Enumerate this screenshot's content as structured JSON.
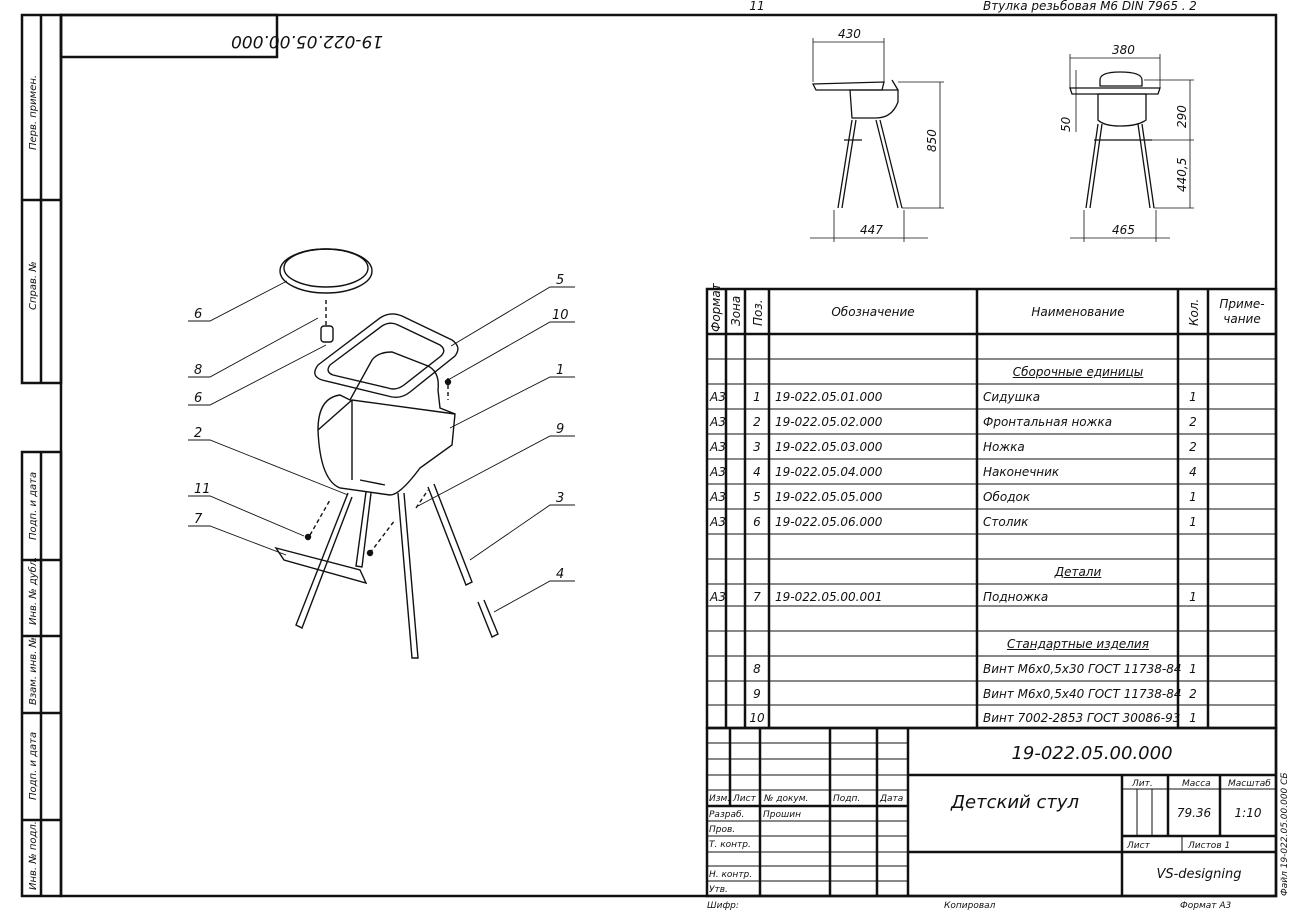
{
  "stamp": {
    "rotated_code": "19-022.05.00.000",
    "side_labels": [
      "Перв. примен.",
      "Справ. №",
      "Подп. и дата",
      "Инв. № дубл.",
      "Взам. инв. №",
      "Подп. и дата",
      "Инв. № подл."
    ],
    "file_label": "Файл 19-022.05.00.000 СБ"
  },
  "drawing": {
    "callouts": [
      "6",
      "8",
      "6",
      "2",
      "11",
      "7",
      "5",
      "10",
      "1",
      "9",
      "3",
      "4"
    ],
    "dims_side": [
      "430",
      "850",
      "447"
    ],
    "dims_front": [
      "380",
      "50",
      "290",
      "440,5",
      "465"
    ]
  },
  "spec": {
    "headers": [
      "Формат",
      "Зона",
      "Поз.",
      "Обозначение",
      "Наименование",
      "Кол.",
      "Приме-",
      "чание"
    ],
    "rows": [
      {
        "fmt": "",
        "pos": "",
        "des": "",
        "name": "",
        "qty": "",
        "section": ""
      },
      {
        "fmt": "",
        "pos": "",
        "des": "",
        "name": "",
        "qty": "",
        "section": "Сборочные единицы"
      },
      {
        "fmt": "А3",
        "pos": "1",
        "des": "19-022.05.01.000",
        "name": "Сидушка",
        "qty": "1",
        "section": ""
      },
      {
        "fmt": "А3",
        "pos": "2",
        "des": "19-022.05.02.000",
        "name": "Фронтальная ножка",
        "qty": "2",
        "section": ""
      },
      {
        "fmt": "А3",
        "pos": "3",
        "des": "19-022.05.03.000",
        "name": "Ножка",
        "qty": "2",
        "section": ""
      },
      {
        "fmt": "А3",
        "pos": "4",
        "des": "19-022.05.04.000",
        "name": "Наконечник",
        "qty": "4",
        "section": ""
      },
      {
        "fmt": "А3",
        "pos": "5",
        "des": "19-022.05.05.000",
        "name": "Ободок",
        "qty": "1",
        "section": ""
      },
      {
        "fmt": "А3",
        "pos": "6",
        "des": "19-022.05.06.000",
        "name": "Столик",
        "qty": "1",
        "section": ""
      },
      {
        "fmt": "",
        "pos": "",
        "des": "",
        "name": "",
        "qty": "",
        "section": ""
      },
      {
        "fmt": "",
        "pos": "",
        "des": "",
        "name": "",
        "qty": "",
        "section": "Детали"
      },
      {
        "fmt": "А3",
        "pos": "7",
        "des": "19-022.05.00.001",
        "name": "Подножка",
        "qty": "1",
        "section": ""
      },
      {
        "fmt": "",
        "pos": "",
        "des": "",
        "name": "",
        "qty": "",
        "section": ""
      },
      {
        "fmt": "",
        "pos": "",
        "des": "",
        "name": "",
        "qty": "",
        "section": "Стандартные изделия"
      },
      {
        "fmt": "",
        "pos": "8",
        "des": "",
        "name": "Винт М6х0,5х30 ГОСТ 11738-84",
        "qty": "1",
        "section": ""
      },
      {
        "fmt": "",
        "pos": "9",
        "des": "",
        "name": "Винт М6х0,5х40 ГОСТ 11738-84",
        "qty": "2",
        "section": ""
      },
      {
        "fmt": "",
        "pos": "10",
        "des": "",
        "name": "Винт 7002-2853 ГОСТ 30086-93",
        "qty": "1",
        "section": ""
      },
      {
        "fmt": "",
        "pos": "11",
        "des": "",
        "name": "Втулка резьбовая М6 DIN 7965 .",
        "qty": "2",
        "section": ""
      }
    ]
  },
  "title_block": {
    "code": "19-022.05.00.000",
    "name": "Детский стул",
    "lit": "Лит.",
    "mass_h": "Масса",
    "scale_h": "Масштаб",
    "mass": "79.36",
    "scale": "1:10",
    "sheet": "Лист",
    "sheets": "Листов 1",
    "org": "VS-designing",
    "rev_headers": [
      "Изм.",
      "Лист",
      "№ докум.",
      "Подп.",
      "Дата"
    ],
    "roles": [
      "Разраб.",
      "Пров.",
      "Т. контр.",
      "",
      "Н. контр.",
      "Утв."
    ],
    "developer": "Прошин",
    "bottom": [
      "Шифр:",
      "Копировал",
      "Формат А3"
    ]
  }
}
